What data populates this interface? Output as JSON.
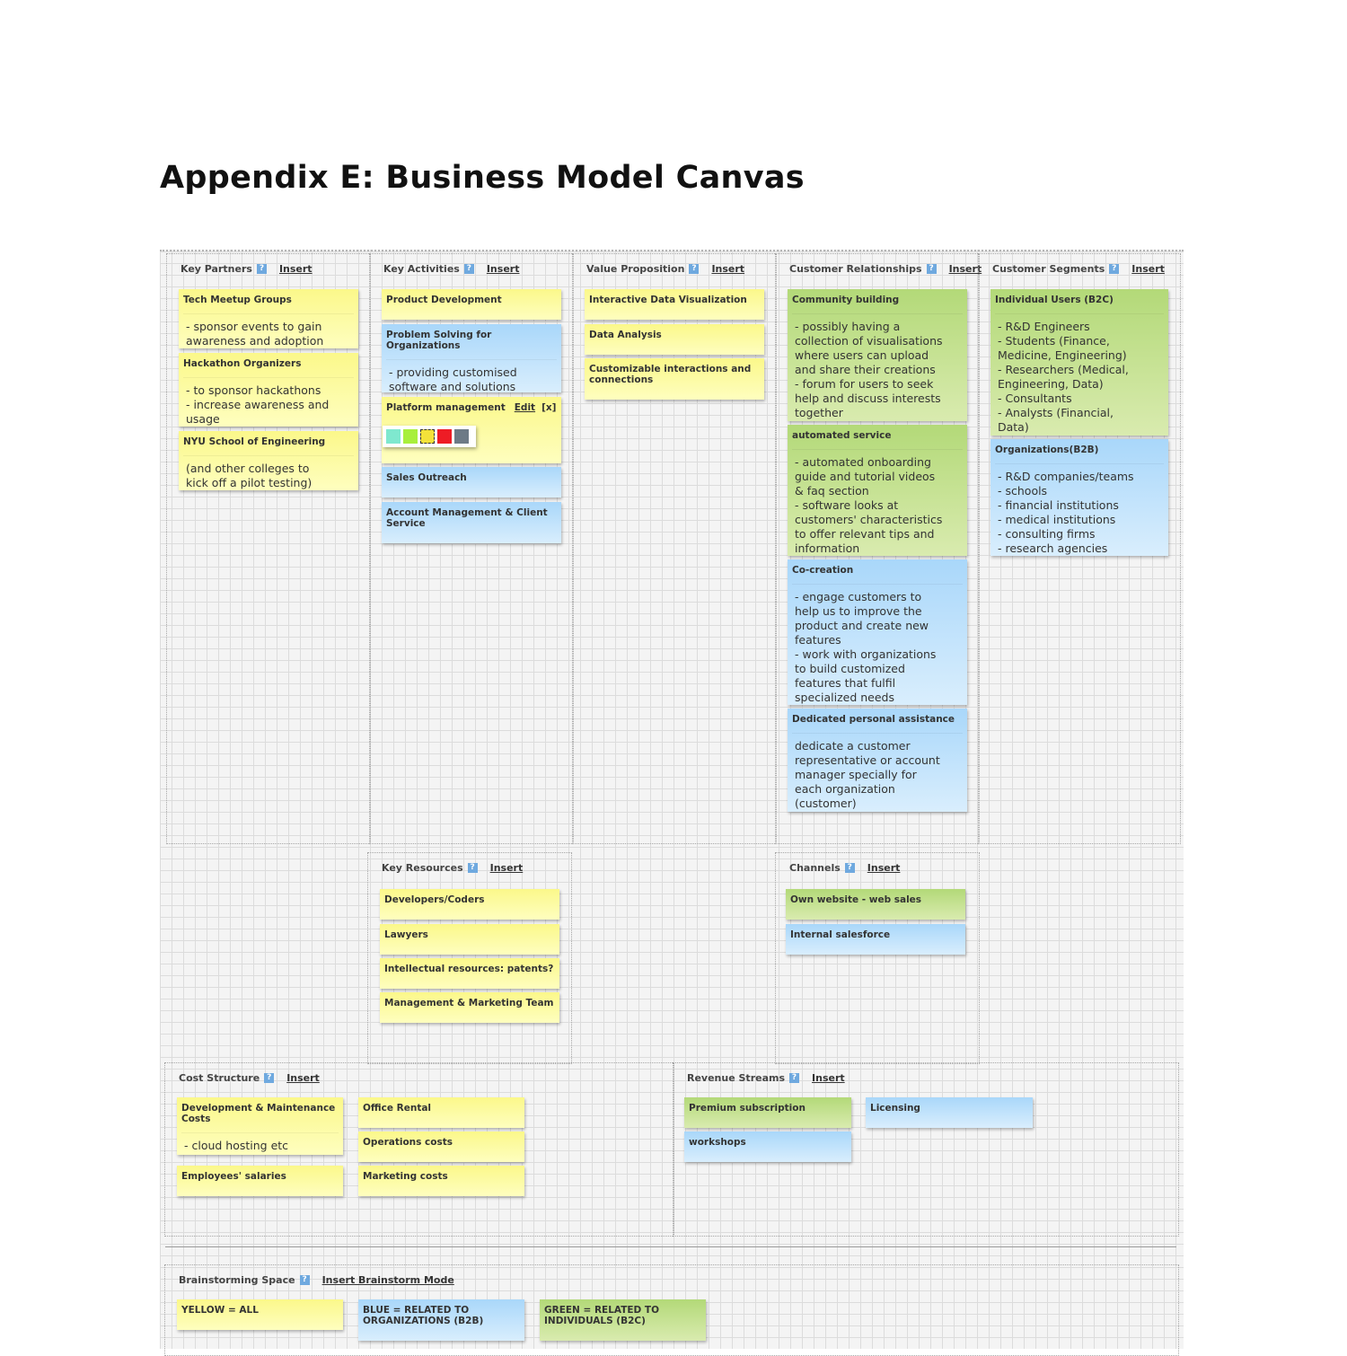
{
  "title": "Appendix E: Business Model Canvas",
  "insert_label": "Insert",
  "help_label": "?",
  "sections": {
    "key_partners": {
      "title": "Key Partners",
      "notes": [
        {
          "title": "Tech Meetup Groups",
          "body": "- sponsor events to gain\nawareness and adoption",
          "color": "yellow"
        },
        {
          "title": "Hackathon Organizers",
          "body": "- to sponsor hackathons\n- increase awareness and\nusage",
          "color": "yellow"
        },
        {
          "title": "NYU School of Engineering",
          "body": "(and other colleges to\nkick off a pilot testing)",
          "color": "yellow"
        }
      ]
    },
    "key_activities": {
      "title": "Key Activities",
      "notes": [
        {
          "title": "Product Development",
          "color": "yellow"
        },
        {
          "title": "Problem Solving for Organizations",
          "body": "- providing customised\nsoftware and solutions",
          "color": "blue"
        },
        {
          "title": "Platform management",
          "color": "yellow",
          "edit_label": "Edit",
          "close_label": "[x]"
        },
        {
          "title": "Sales Outreach",
          "color": "blue"
        },
        {
          "title": "Account Management & Client Service",
          "color": "blue"
        }
      ]
    },
    "value_proposition": {
      "title": "Value Proposition",
      "notes": [
        {
          "title": "Interactive Data Visualization",
          "color": "yellow"
        },
        {
          "title": "Data Analysis",
          "color": "yellow"
        },
        {
          "title": "Customizable interactions and connections",
          "color": "yellow"
        }
      ]
    },
    "customer_relationships": {
      "title": "Customer Relationships",
      "notes": [
        {
          "title": "Community building",
          "body": "- possibly having a\ncollection of visualisations\nwhere users can upload\nand share their creations\n- forum for users to seek\nhelp and discuss interests\ntogether",
          "color": "green"
        },
        {
          "title": "automated service",
          "body": "- automated onboarding\nguide and tutorial videos\n& faq section\n- software looks at\ncustomers' characteristics\nto offer relevant tips and\ninformation",
          "color": "green"
        },
        {
          "title": "Co-creation",
          "body": "- engage customers to\nhelp us to improve the\nproduct and create new\nfeatures\n- work with organizations\nto build customized\nfeatures that fulfil\nspecialized needs",
          "color": "blue"
        },
        {
          "title": "Dedicated personal assistance",
          "body": "dedicate a customer\nrepresentative or account\nmanager specially for\neach organization\n(customer)",
          "color": "blue"
        }
      ]
    },
    "customer_segments": {
      "title": "Customer Segments",
      "notes": [
        {
          "title": "Individual Users (B2C)",
          "body": "- R&D Engineers\n- Students (Finance,\nMedicine, Engineering)\n- Researchers (Medical,\nEngineering, Data)\n- Consultants\n- Analysts (Financial,\nData)",
          "color": "green"
        },
        {
          "title": "Organizations(B2B)",
          "body": "- R&D companies/teams\n- schools\n- financial institutions\n- medical institutions\n- consulting firms\n- research agencies",
          "color": "blue"
        }
      ]
    },
    "key_resources": {
      "title": "Key Resources",
      "notes": [
        {
          "title": "Developers/Coders",
          "color": "yellow"
        },
        {
          "title": "Lawyers",
          "color": "yellow"
        },
        {
          "title": "Intellectual resources: patents?",
          "color": "yellow"
        },
        {
          "title": "Management & Marketing Team",
          "color": "yellow"
        }
      ]
    },
    "channels": {
      "title": "Channels",
      "notes": [
        {
          "title": "Own website - web sales",
          "color": "green"
        },
        {
          "title": "Internal salesforce",
          "color": "blue"
        }
      ]
    },
    "cost_structure": {
      "title": "Cost Structure",
      "notes": [
        {
          "title": "Development & Maintenance Costs",
          "body": "- cloud hosting etc",
          "color": "yellow"
        },
        {
          "title": "Office Rental",
          "color": "yellow"
        },
        {
          "title": "Operations costs",
          "color": "yellow"
        },
        {
          "title": "Employees' salaries",
          "color": "yellow"
        },
        {
          "title": "Marketing costs",
          "color": "yellow"
        }
      ]
    },
    "revenue_streams": {
      "title": "Revenue Streams",
      "notes": [
        {
          "title": "Premium subscription",
          "color": "green"
        },
        {
          "title": "Licensing",
          "color": "blue"
        },
        {
          "title": "workshops",
          "color": "blue"
        }
      ]
    },
    "brainstorming": {
      "title": "Brainstorming Space",
      "insert_label": "Insert Brainstorm Mode",
      "notes": [
        {
          "title": "YELLOW = ALL",
          "color": "yellow"
        },
        {
          "title": "BLUE = RELATED TO ORGANIZATIONS (B2B)",
          "color": "blue"
        },
        {
          "title": "GREEN = RELATED TO INDIVIDUALS (B2C)",
          "color": "green"
        }
      ]
    }
  },
  "palette": {
    "swatches": [
      "#7fe8cf",
      "#a8ef3c",
      "#f4e23a",
      "#ee1c25",
      "#6d7a86"
    ],
    "note_yellow": "#fbf88a",
    "note_blue": "#a9d7fa",
    "note_green": "#b3d978"
  }
}
